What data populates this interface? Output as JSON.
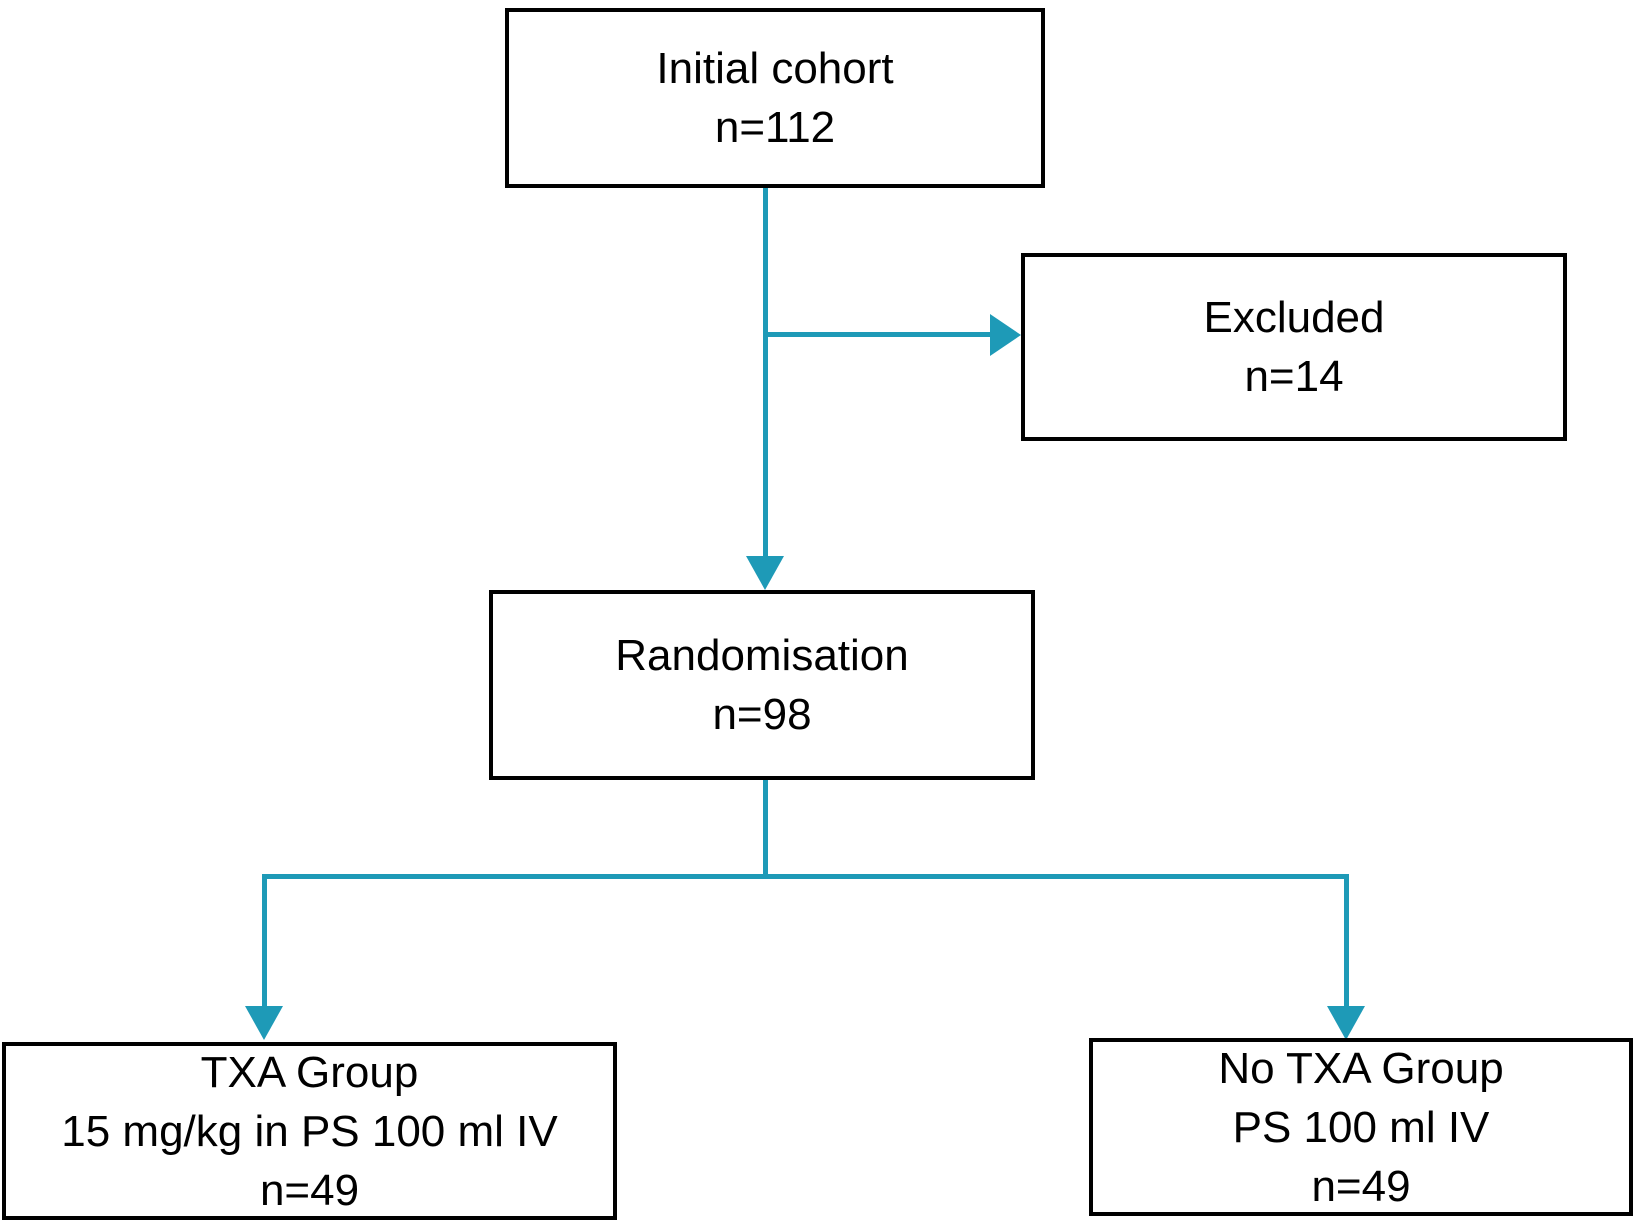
{
  "colors": {
    "accent": "#1E9AB7",
    "box_border": "#000000",
    "text": "#000000",
    "background": "#FFFFFF"
  },
  "nodes": {
    "initial_cohort": {
      "label": "Initial cohort",
      "count": "n=112"
    },
    "excluded": {
      "label": "Excluded",
      "count": "n=14"
    },
    "randomisation": {
      "label": "Randomisation",
      "count": "n=98"
    },
    "txa_group": {
      "label": "TXA Group",
      "detail": "15 mg/kg in PS 100 ml IV",
      "count": "n=49"
    },
    "no_txa_group": {
      "label": "No TXA Group",
      "detail": "PS 100 ml IV",
      "count": "n=49"
    }
  }
}
